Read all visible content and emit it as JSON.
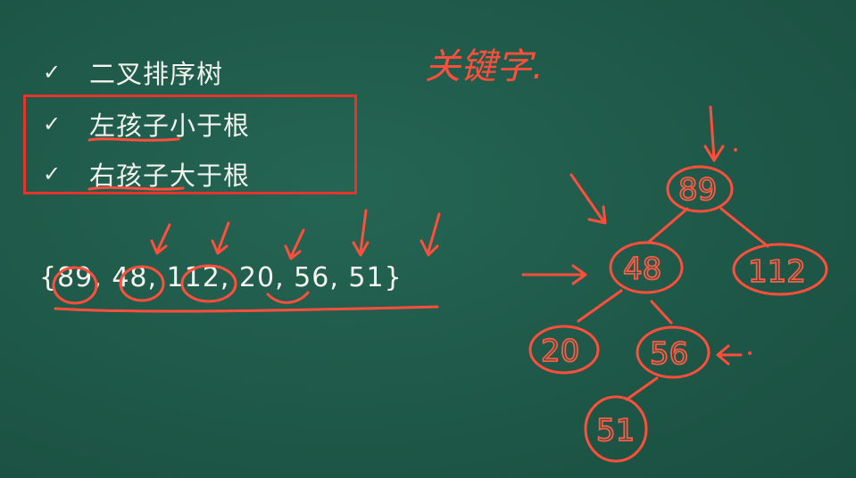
{
  "bullets": [
    {
      "check": "✓",
      "text": "二叉排序树"
    },
    {
      "check": "✓",
      "text": "左孩子小于根"
    },
    {
      "check": "✓",
      "text": "右孩子大于根"
    }
  ],
  "set_text": "{89, 48, 112, 20, 56, 51}",
  "handwritten_title": "关键字.",
  "tree": {
    "root": "89",
    "n48": "48",
    "n112": "112",
    "n20": "20",
    "n56": "56",
    "n51": "51"
  },
  "colors": {
    "board": "#1f5a4a",
    "ink": "#ff4f3c",
    "box": "#e5342c",
    "chalk": "#f2f2ee"
  }
}
